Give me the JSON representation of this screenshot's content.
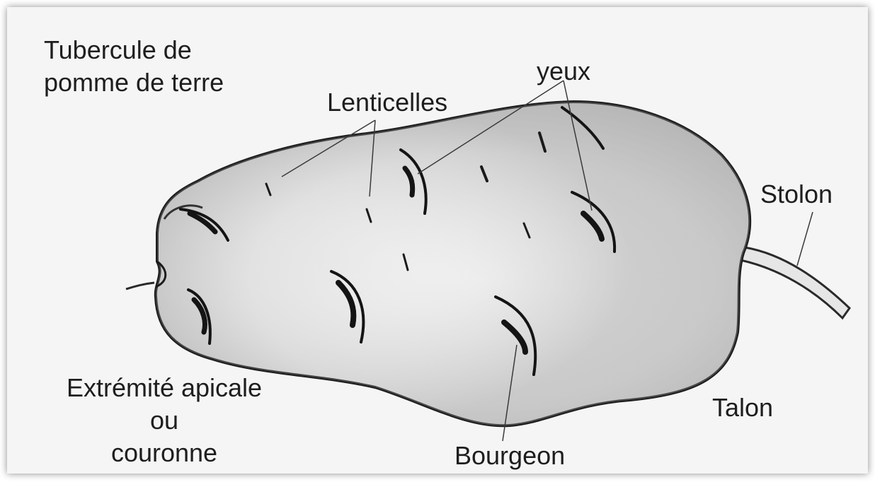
{
  "title": {
    "line1": "Tubercule de",
    "line2": "pomme de terre"
  },
  "labels": {
    "lenticelles": "Lenticelles",
    "yeux": "yeux",
    "stolon": "Stolon",
    "apical_line1": "Extrémité apicale",
    "apical_line2": "ou",
    "apical_line3": "couronne",
    "talon": "Talon",
    "bourgeon": "Bourgeon"
  }
}
